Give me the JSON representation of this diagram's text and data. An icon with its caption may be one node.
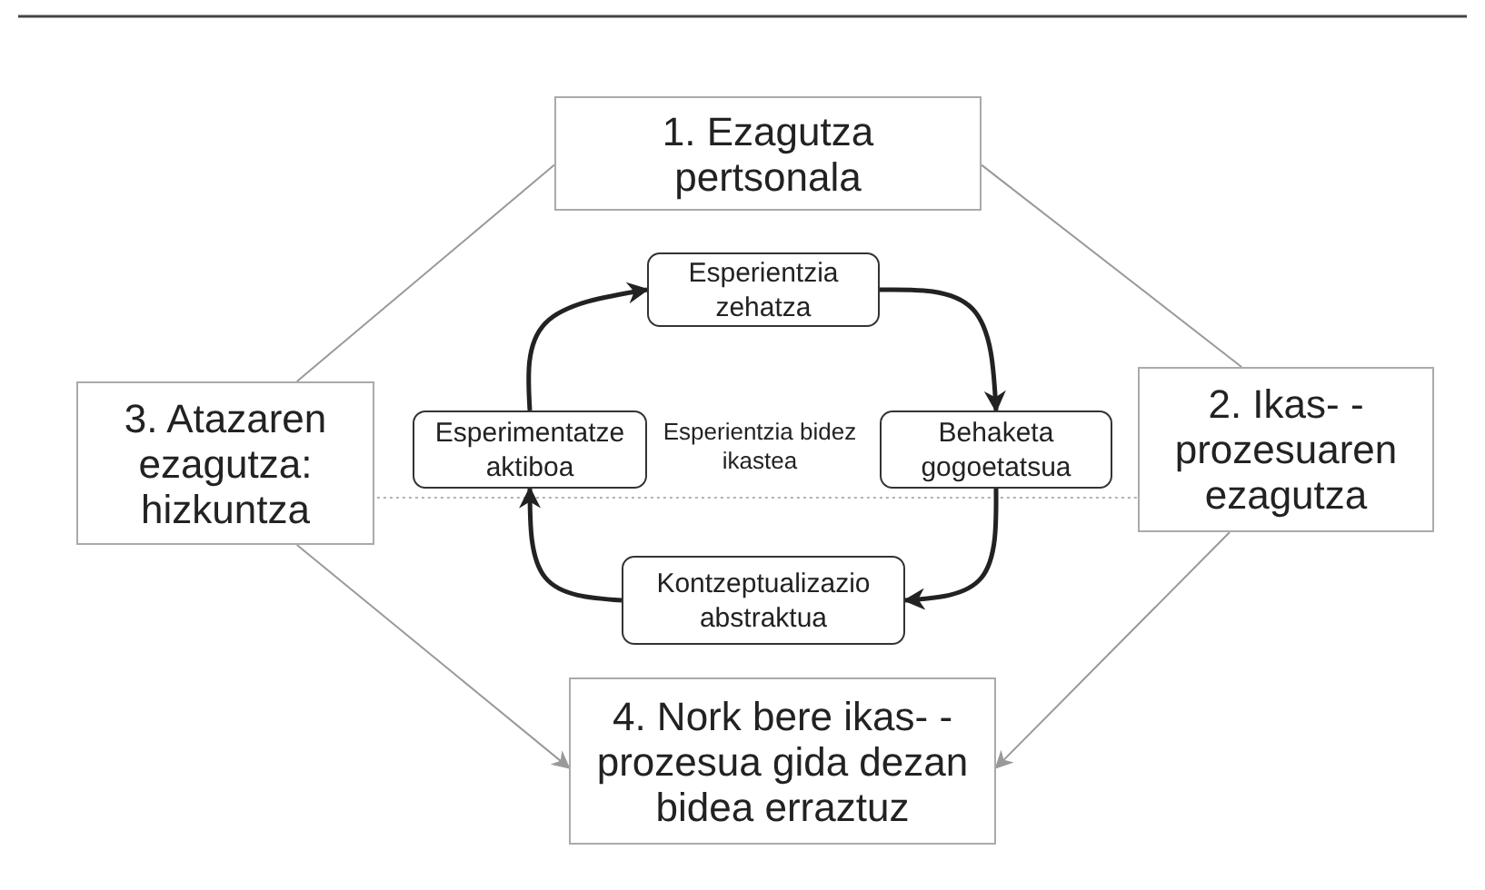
{
  "diagram": {
    "nodes": [
      {
        "text": [
          "1. Ezagutza pertsonala"
        ]
      },
      {
        "text": [
          "2. Ikas- -prozesuaren ezagutza"
        ]
      },
      {
        "text": [
          "3. Atazaren ezagutza: hizkuntza"
        ]
      },
      {
        "text": [
          "4. Nork bere ikas- -prozesua gida dezan bidea erraztuz"
        ]
      },
      {
        "text": [
          "Esperientzia zehatza"
        ]
      },
      {
        "text": [
          "Behaketa gogoetatsua"
        ]
      },
      {
        "text": [
          "Kontzeptualizazio abstraktua"
        ]
      },
      {
        "text": [
          "Esperimentatze aktiboa"
        ]
      }
    ],
    "edges": [
      {
        "from": 0,
        "to": 2,
        "arrow": "none"
      },
      {
        "from": 0,
        "to": 1,
        "arrow": "none"
      },
      {
        "from": 2,
        "to": 3,
        "arrow": "to"
      },
      {
        "from": 1,
        "to": 3,
        "arrow": "to"
      },
      {
        "from": 2,
        "to": 1,
        "arrow": "none",
        "style": "dashed"
      },
      {
        "from": 7,
        "to": 4,
        "arrow": "to",
        "style": "thick",
        "color": "#222222"
      },
      {
        "from": 4,
        "to": 5,
        "arrow": "to",
        "style": "thick",
        "color": "#222222"
      },
      {
        "from": 5,
        "to": 6,
        "arrow": "to",
        "style": "thick",
        "color": "#222222"
      },
      {
        "from": 6,
        "to": 7,
        "arrow": "to",
        "style": "thick",
        "color": "#222222"
      }
    ],
    "labels": [
      "Esperientzia bidez ikastea"
    ]
  }
}
